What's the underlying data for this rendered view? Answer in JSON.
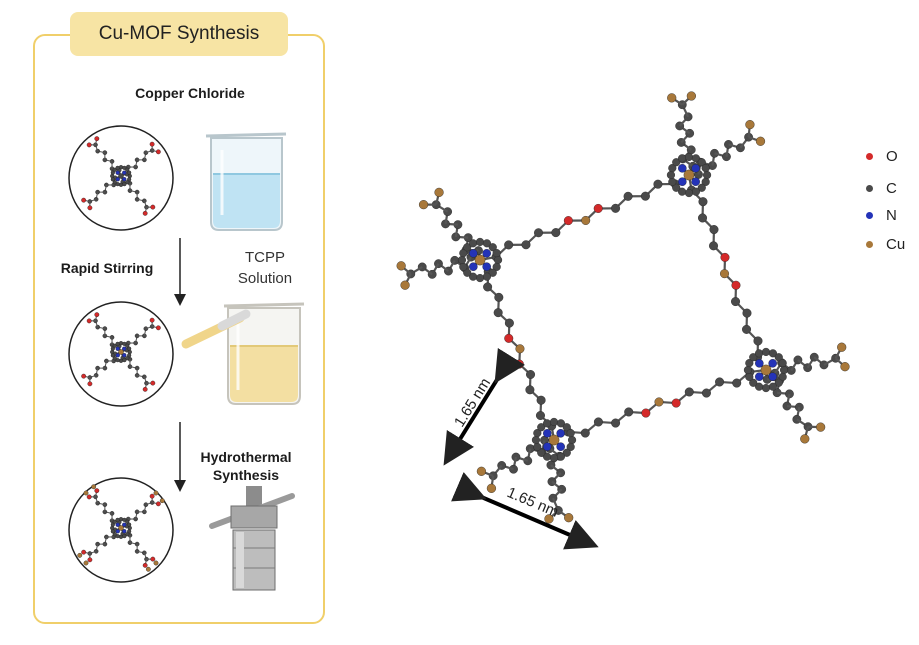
{
  "panel": {
    "title": "Cu-MOF Synthesis",
    "precursor_label": "Copper Chloride",
    "step1_label": "Rapid Stirring",
    "solution_label_line1": "TCPP",
    "solution_label_line2": "Solution",
    "step2_label_line1": "Hydrothermal",
    "step2_label_line2": "Synthesis"
  },
  "structure": {
    "dimension_label_1": "1.65 nm",
    "dimension_label_2": "1.65 nm"
  },
  "legend": {
    "items": [
      {
        "label": "O",
        "color": "#d42a2a"
      },
      {
        "label": "C",
        "color": "#4a4a4a"
      },
      {
        "label": "N",
        "color": "#2433b8"
      },
      {
        "label": "Cu",
        "color": "#a8783a"
      }
    ]
  },
  "colors": {
    "panel_border": "#f0cf6a",
    "title_tab": "#f7e4a4",
    "water": "#bfe3f3",
    "tcpp_solution": "#f3dfa2"
  }
}
